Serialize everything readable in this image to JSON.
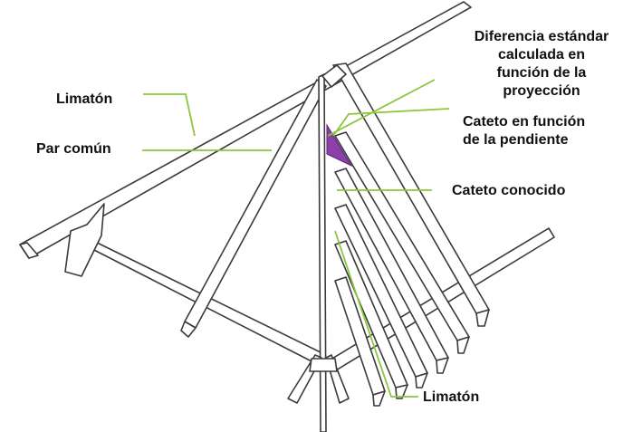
{
  "labels": {
    "hip_top": "Limatón",
    "common_rafter": "Par común",
    "diff_line1": "Diferencia estándar",
    "diff_line2": "calculada en",
    "diff_line3": "función de la",
    "diff_line4": "proyección",
    "slope_line1": "Cateto en función",
    "slope_line2": "de la pendiente",
    "known_leg": "Cateto conocido",
    "hip_bottom": "Limatón"
  },
  "colors": {
    "leader": "#8cc63f",
    "triangle": "#8b3fa8",
    "wood_stroke": "#3a3a3a"
  }
}
